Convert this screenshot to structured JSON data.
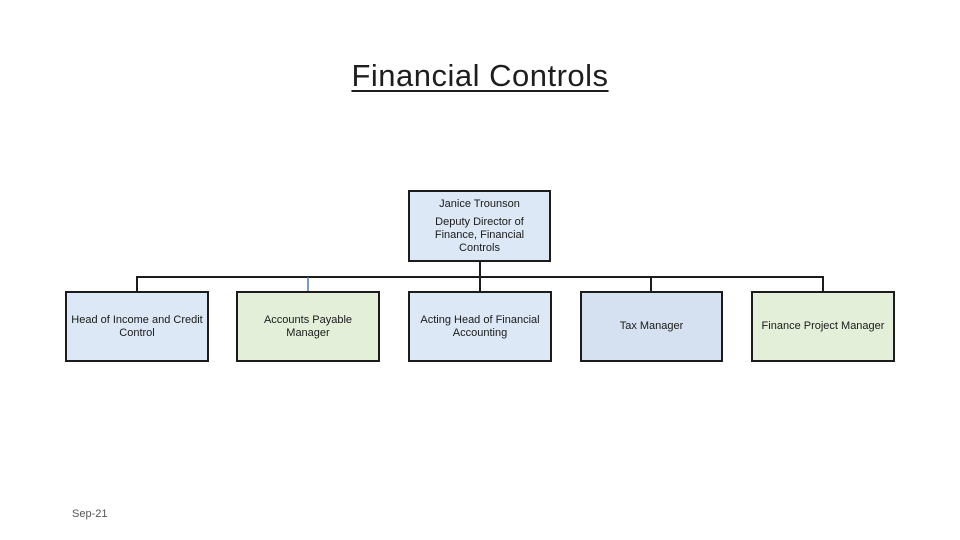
{
  "slide": {
    "title": "Financial Controls",
    "footer_date": "Sep-21"
  },
  "org_chart": {
    "root": {
      "name": "Janice Trounson",
      "role": "Deputy Director of Finance, Financial Controls"
    },
    "children": [
      {
        "role": "Head of Income and Credit Control",
        "fill": "#dce8f5"
      },
      {
        "role": "Accounts Payable Manager",
        "fill": "#e3efd9"
      },
      {
        "role": "Acting Head of Financial Accounting",
        "fill": "#dce8f5"
      },
      {
        "role": "Tax Manager",
        "fill": "#d5e0f0"
      },
      {
        "role": "Finance Project Manager",
        "fill": "#e3efd9"
      }
    ]
  },
  "colors": {
    "connector": "#1c1c1c",
    "connector_accent": "#4a7ab0"
  }
}
